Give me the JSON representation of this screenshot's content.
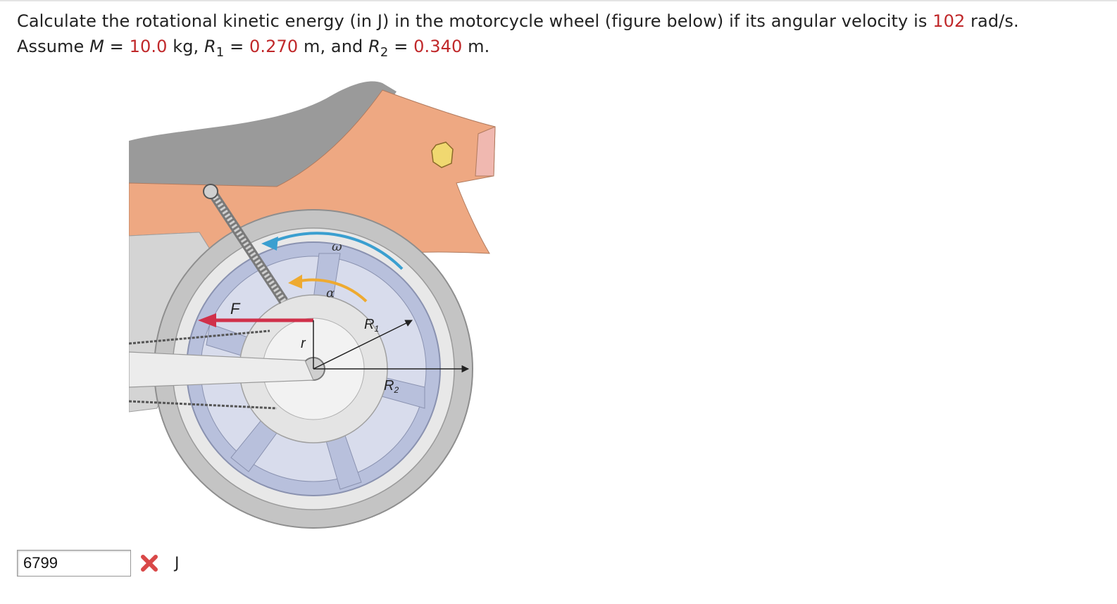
{
  "question": {
    "line1_text": "Calculate the rotational kinetic energy (in J) in the motorcycle wheel (figure below) if its angular velocity is",
    "omega_value": "102",
    "omega_unit": "rad/s.",
    "assume_text": "Assume",
    "mass_symbol": "M",
    "equals": "=",
    "mass_value": "10.0",
    "mass_unit": "kg,",
    "r_symbol": "R",
    "r1_sub": "1",
    "r1_value": "0.270",
    "r1_unit": "m, and",
    "r2_sub": "2",
    "r2_value": "0.340",
    "r2_unit": "m."
  },
  "figure": {
    "labels": {
      "omega": "ω",
      "alpha": "α",
      "force": "F",
      "radius_r": "r",
      "R1": "R",
      "R1_sub": "1",
      "R2": "R",
      "R2_sub": "2"
    },
    "colors": {
      "body": "#eea882",
      "seat": "#9a9a9a",
      "tire": "#c4c4c4",
      "rim": "#b8c0dc",
      "omega_arrow": "#3a9fd0",
      "alpha_arrow": "#eeaa30",
      "force_arrow": "#d0304a"
    }
  },
  "answer": {
    "value": "6799",
    "status_icon": "wrong-x-icon",
    "status_color": "#d94848",
    "unit": "J"
  }
}
